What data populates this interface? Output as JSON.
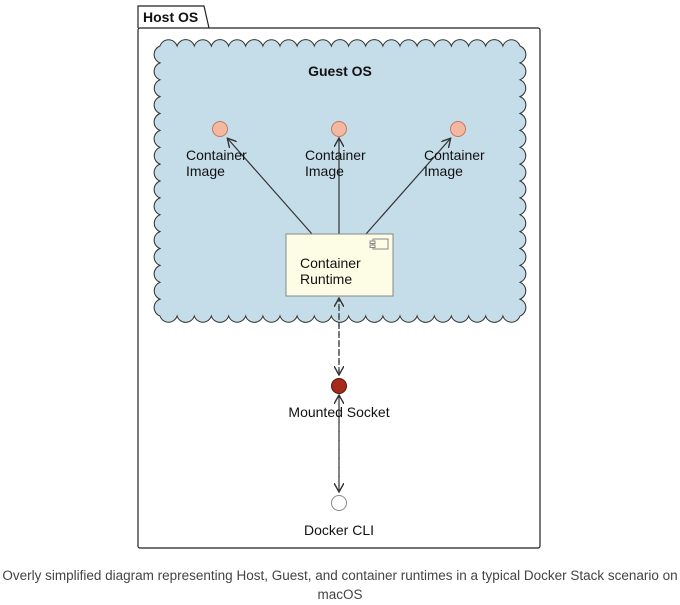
{
  "diagram": {
    "host_label": "Host OS",
    "guest_label": "Guest OS",
    "images": [
      {
        "line1": "Container",
        "line2": "Image"
      },
      {
        "line1": "Container",
        "line2": "Image"
      },
      {
        "line1": "Container",
        "line2": "Image"
      }
    ],
    "runtime": {
      "line1": "Container",
      "line2": "Runtime"
    },
    "socket_label": "Mounted Socket",
    "cli_label": "Docker CLI",
    "colors": {
      "guest_fill": "#c5dde9",
      "image_node": "#f4b8a0",
      "runtime_fill": "#fdfce4",
      "socket_node": "#a52a1a",
      "cli_node": "#ffffff"
    }
  },
  "caption": "Overly simplified diagram representing Host, Guest, and container runtimes in a typical Docker Stack scenario on macOS"
}
